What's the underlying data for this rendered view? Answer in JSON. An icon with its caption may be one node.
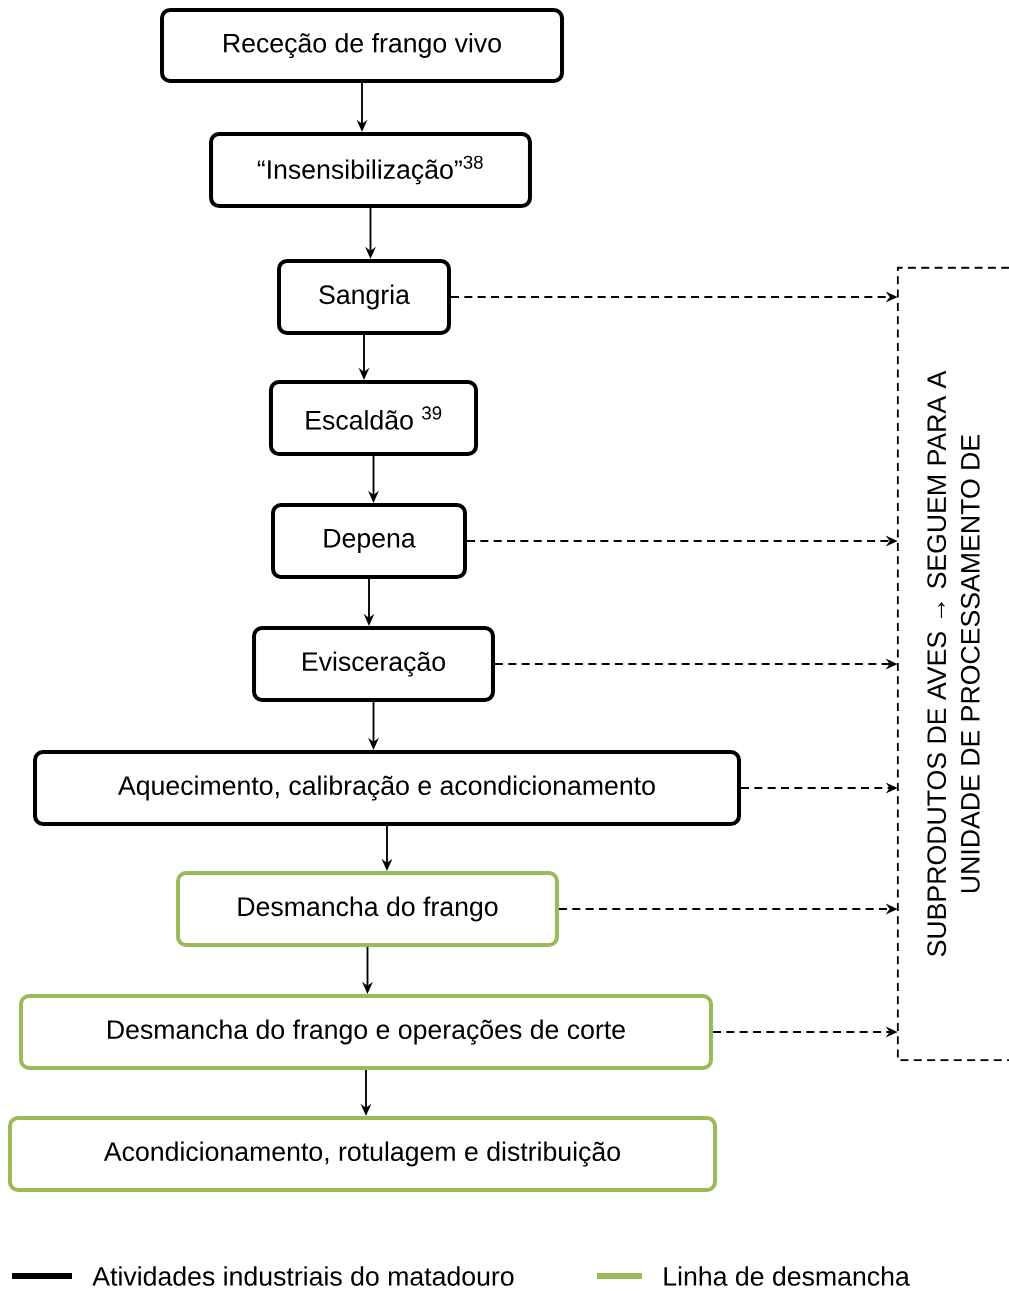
{
  "diagram": {
    "nodes": [
      {
        "text": [
          "Receção de frango vivo"
        ]
      },
      {
        "text": [
          "“Insensibilização”$^{38}$"
        ]
      },
      {
        "text": [
          "Sangria"
        ]
      },
      {
        "text": [
          "Escaldão $^{39}$"
        ]
      },
      {
        "text": [
          "Depena"
        ]
      },
      {
        "text": [
          "Evisceração"
        ]
      },
      {
        "text": [
          "Aquecimento, calibração e acondicionamento"
        ]
      },
      {
        "text": [
          "Desmancha do frango"
        ]
      },
      {
        "text": [
          "Desmancha do frango e operações de corte"
        ]
      },
      {
        "text": [
          "Acondicionamento, rotulagem e distribuição"
        ]
      },
      {
        "text": [
          "SUBPRODUTOS DE AVES → SEGUEM PARA A UNIDADE DE PROCESSAMENTO DE"
        ]
      }
    ],
    "edges": [
      {
        "from": 0,
        "to": 1,
        "arrow": "to"
      },
      {
        "from": 1,
        "to": 2,
        "arrow": "to"
      },
      {
        "from": 2,
        "to": 3,
        "arrow": "to"
      },
      {
        "from": 3,
        "to": 4,
        "arrow": "to"
      },
      {
        "from": 4,
        "to": 5,
        "arrow": "to"
      },
      {
        "from": 5,
        "to": 6,
        "arrow": "to"
      },
      {
        "from": 6,
        "to": 7,
        "arrow": "to"
      },
      {
        "from": 7,
        "to": 8,
        "arrow": "to"
      },
      {
        "from": 8,
        "to": 9,
        "arrow": "to"
      },
      {
        "from": 2,
        "to": 10,
        "arrow": "to",
        "style": "dashed"
      },
      {
        "from": 4,
        "to": 10,
        "arrow": "to",
        "style": "dashed"
      },
      {
        "from": 5,
        "to": 10,
        "arrow": "to",
        "style": "dashed"
      },
      {
        "from": 6,
        "to": 10,
        "arrow": "to",
        "style": "dashed"
      },
      {
        "from": 7,
        "to": 10,
        "arrow": "to",
        "style": "dashed"
      },
      {
        "from": 8,
        "to": 10,
        "arrow": "to",
        "style": "dashed"
      }
    ],
    "legend": [
      {
        "text": "Atividades industriais do matadouro",
        "color": "#000000"
      },
      {
        "text": "Linha de desmancha",
        "color": "#9bbb59"
      }
    ]
  }
}
